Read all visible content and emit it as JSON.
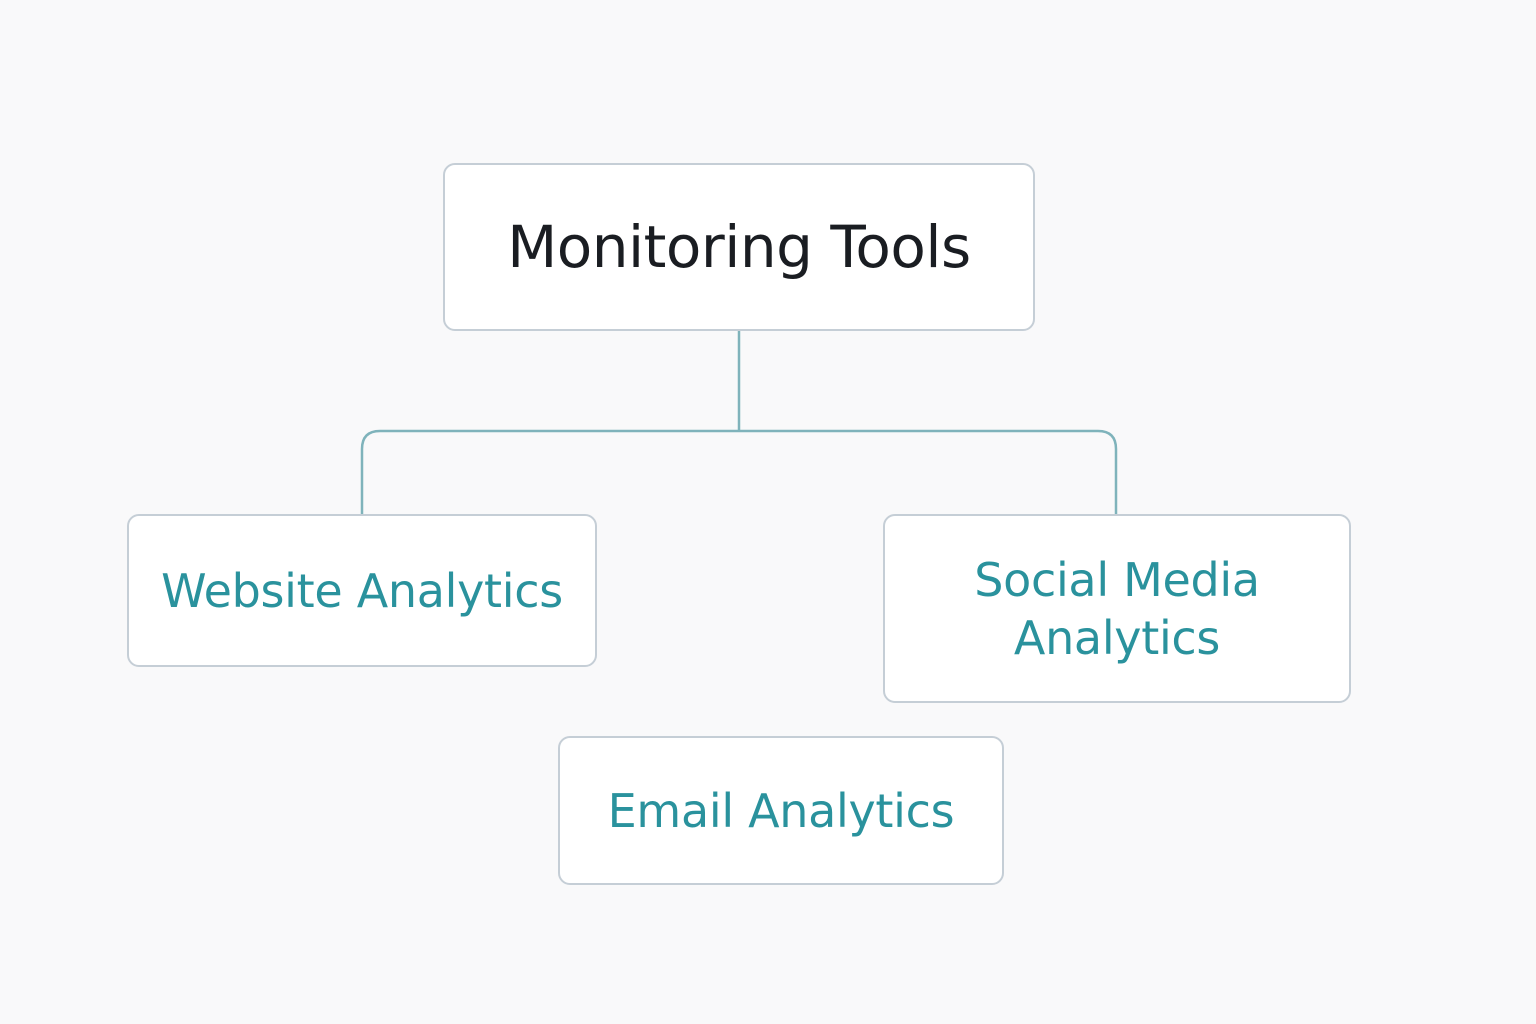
{
  "diagram": {
    "root": {
      "label": "Monitoring Tools"
    },
    "children": [
      {
        "label": "Website Analytics"
      },
      {
        "label": "Social Media Analytics"
      },
      {
        "label": "Email Analytics"
      }
    ]
  },
  "colors": {
    "background": "#f9f9fa",
    "node_border": "#c5ced6",
    "connector": "#7fb3bb",
    "root_text": "#1a1d22",
    "child_text": "#2a929d"
  }
}
